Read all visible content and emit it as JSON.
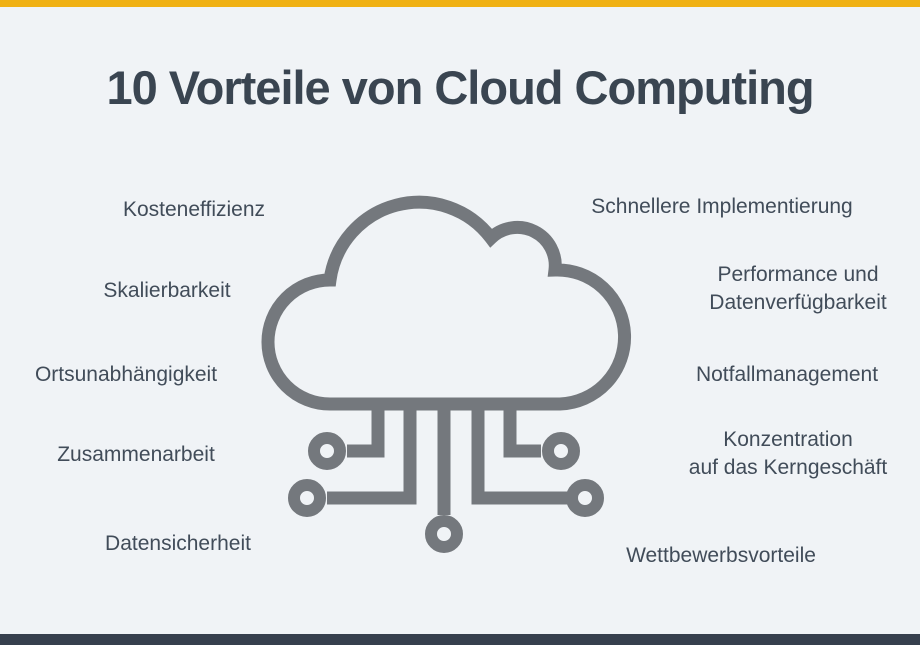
{
  "page": {
    "title": "10 Vorteile von Cloud Computing"
  },
  "colors": {
    "background": "#F0F3F6",
    "top_bar": "#F0B114",
    "bottom_bar": "#363F4D",
    "title_text": "#3A4551",
    "label_text": "#414C59",
    "icon_gray": "#74787D"
  },
  "icon": {
    "name": "cloud-computing-circuit-icon"
  },
  "benefits": {
    "left": [
      {
        "lines": [
          "Kosteneffizienz"
        ]
      },
      {
        "lines": [
          "Skalierbarkeit"
        ]
      },
      {
        "lines": [
          "Ortsunabhängigkeit"
        ]
      },
      {
        "lines": [
          "Zusammenarbeit"
        ]
      },
      {
        "lines": [
          "Datensicherheit"
        ]
      }
    ],
    "right": [
      {
        "lines": [
          "Schnellere Implementierung"
        ]
      },
      {
        "lines": [
          "Performance und",
          "Datenverfügbarkeit"
        ]
      },
      {
        "lines": [
          "Notfallmanagement"
        ]
      },
      {
        "lines": [
          "Konzentration",
          "auf das Kerngeschäft"
        ]
      },
      {
        "lines": [
          "Wettbewerbsvorteile"
        ]
      }
    ]
  }
}
